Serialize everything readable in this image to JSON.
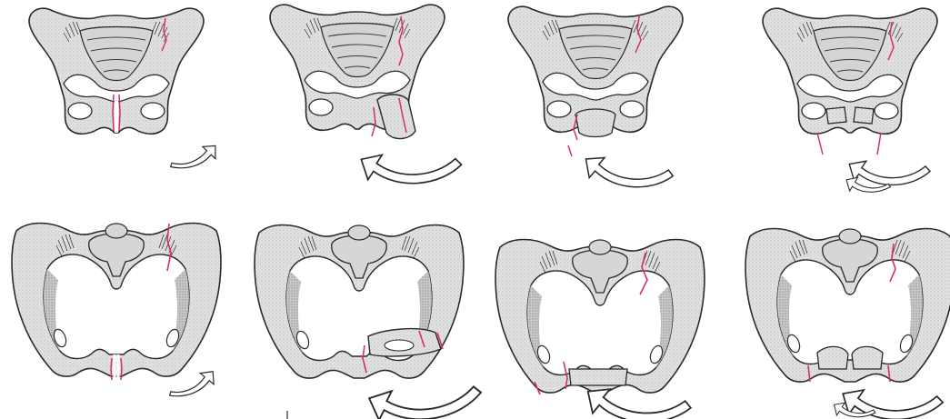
{
  "figure": {
    "panel_rows": [
      "inlet-view",
      "anterior-view"
    ],
    "panel_columns": [
      "pubic-symphysis-diastasis",
      "unilateral-rami-fracture-internal-rotation",
      "bilateral-rami-fracture-internal-rotation",
      "bilateral-rami-fracture-bilateral-rotation"
    ],
    "colors": {
      "bone_fill": "#dedede",
      "bone_shadow": "#bdbdbd",
      "bone_outline": "#2a2a2a",
      "fracture_line": "#d8305a",
      "arrow_fill": "#ffffff",
      "background": "#ffffff"
    }
  }
}
